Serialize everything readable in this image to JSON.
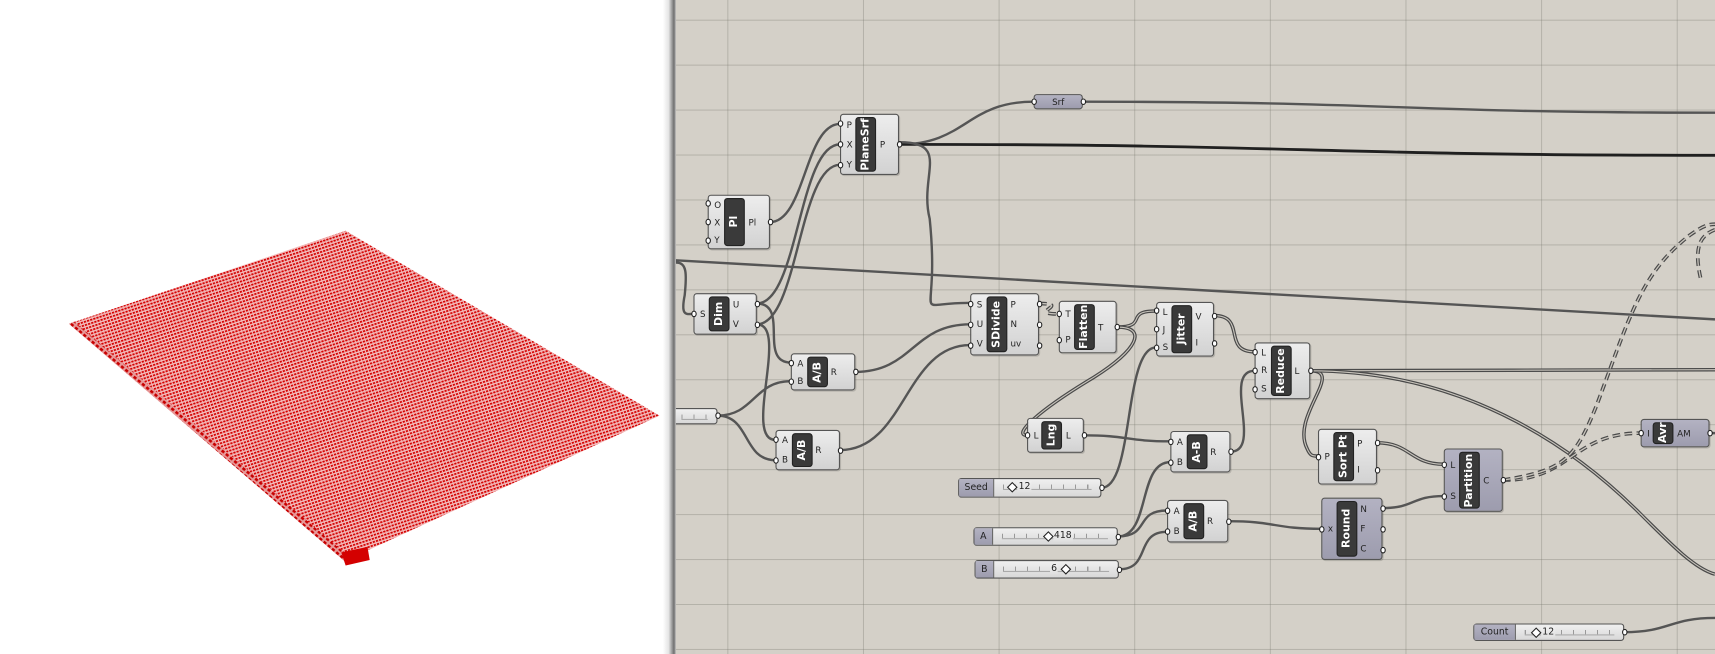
{
  "viewport": {
    "surface_color": "#d40000"
  },
  "canvas": {
    "background": "#d4d0c8",
    "components": [
      {
        "id": "planesrf",
        "name": "PlaneSrf",
        "inputs": [
          "P",
          "X",
          "Y"
        ],
        "outputs": [
          "P"
        ],
        "kind": "component"
      },
      {
        "id": "pl",
        "name": "Pl",
        "inputs": [
          "O",
          "X",
          "Y"
        ],
        "outputs": [
          "Pl"
        ],
        "kind": "component"
      },
      {
        "id": "dim",
        "name": "Dim",
        "inputs": [
          "S"
        ],
        "outputs": [
          "U",
          "V"
        ],
        "kind": "component"
      },
      {
        "id": "div1",
        "name": "A/B",
        "inputs": [
          "A",
          "B"
        ],
        "outputs": [
          "R"
        ],
        "kind": "component"
      },
      {
        "id": "div2",
        "name": "A/B",
        "inputs": [
          "A",
          "B"
        ],
        "outputs": [
          "R"
        ],
        "kind": "component"
      },
      {
        "id": "sdivide",
        "name": "SDivide",
        "inputs": [
          "S",
          "U",
          "V"
        ],
        "outputs": [
          "P",
          "N",
          "uv"
        ],
        "kind": "component"
      },
      {
        "id": "flatten",
        "name": "Flatten",
        "inputs": [
          "T",
          "P"
        ],
        "outputs": [
          "T"
        ],
        "kind": "component"
      },
      {
        "id": "jitter",
        "name": "Jitter",
        "inputs": [
          "L",
          "J",
          "S"
        ],
        "outputs": [
          "V",
          "I"
        ],
        "kind": "component"
      },
      {
        "id": "reduce",
        "name": "Reduce",
        "inputs": [
          "L",
          "R",
          "S"
        ],
        "outputs": [
          "L"
        ],
        "kind": "component"
      },
      {
        "id": "lng",
        "name": "Lng",
        "inputs": [
          "L"
        ],
        "outputs": [
          "L"
        ],
        "kind": "component"
      },
      {
        "id": "sub",
        "name": "A-B",
        "inputs": [
          "A",
          "B"
        ],
        "outputs": [
          "R"
        ],
        "kind": "component"
      },
      {
        "id": "div3",
        "name": "A/B",
        "inputs": [
          "A",
          "B"
        ],
        "outputs": [
          "R"
        ],
        "kind": "component"
      },
      {
        "id": "sortpt",
        "name": "Sort Pt",
        "inputs": [
          "P"
        ],
        "outputs": [
          "P",
          "I"
        ],
        "kind": "component"
      },
      {
        "id": "round",
        "name": "Round",
        "inputs": [
          "x"
        ],
        "outputs": [
          "N",
          "F",
          "C"
        ],
        "kind": "param"
      },
      {
        "id": "partition",
        "name": "Partition",
        "inputs": [
          "L",
          "S"
        ],
        "outputs": [
          "C"
        ],
        "kind": "param"
      },
      {
        "id": "avr",
        "name": "Avr",
        "inputs": [
          "I"
        ],
        "outputs": [
          "AM"
        ],
        "kind": "param"
      }
    ],
    "params": [
      {
        "id": "srf",
        "name": "Srf"
      }
    ],
    "sliders": [
      {
        "id": "seed",
        "label": "Seed",
        "value": "12",
        "knob_position": 0.1
      },
      {
        "id": "a",
        "label": "A",
        "value": "418",
        "knob_position": 0.42
      },
      {
        "id": "b",
        "label": "B",
        "value": "6",
        "knob_position": 0.58
      },
      {
        "id": "count",
        "label": "Count",
        "value": "12",
        "knob_position": 0.12
      }
    ]
  }
}
